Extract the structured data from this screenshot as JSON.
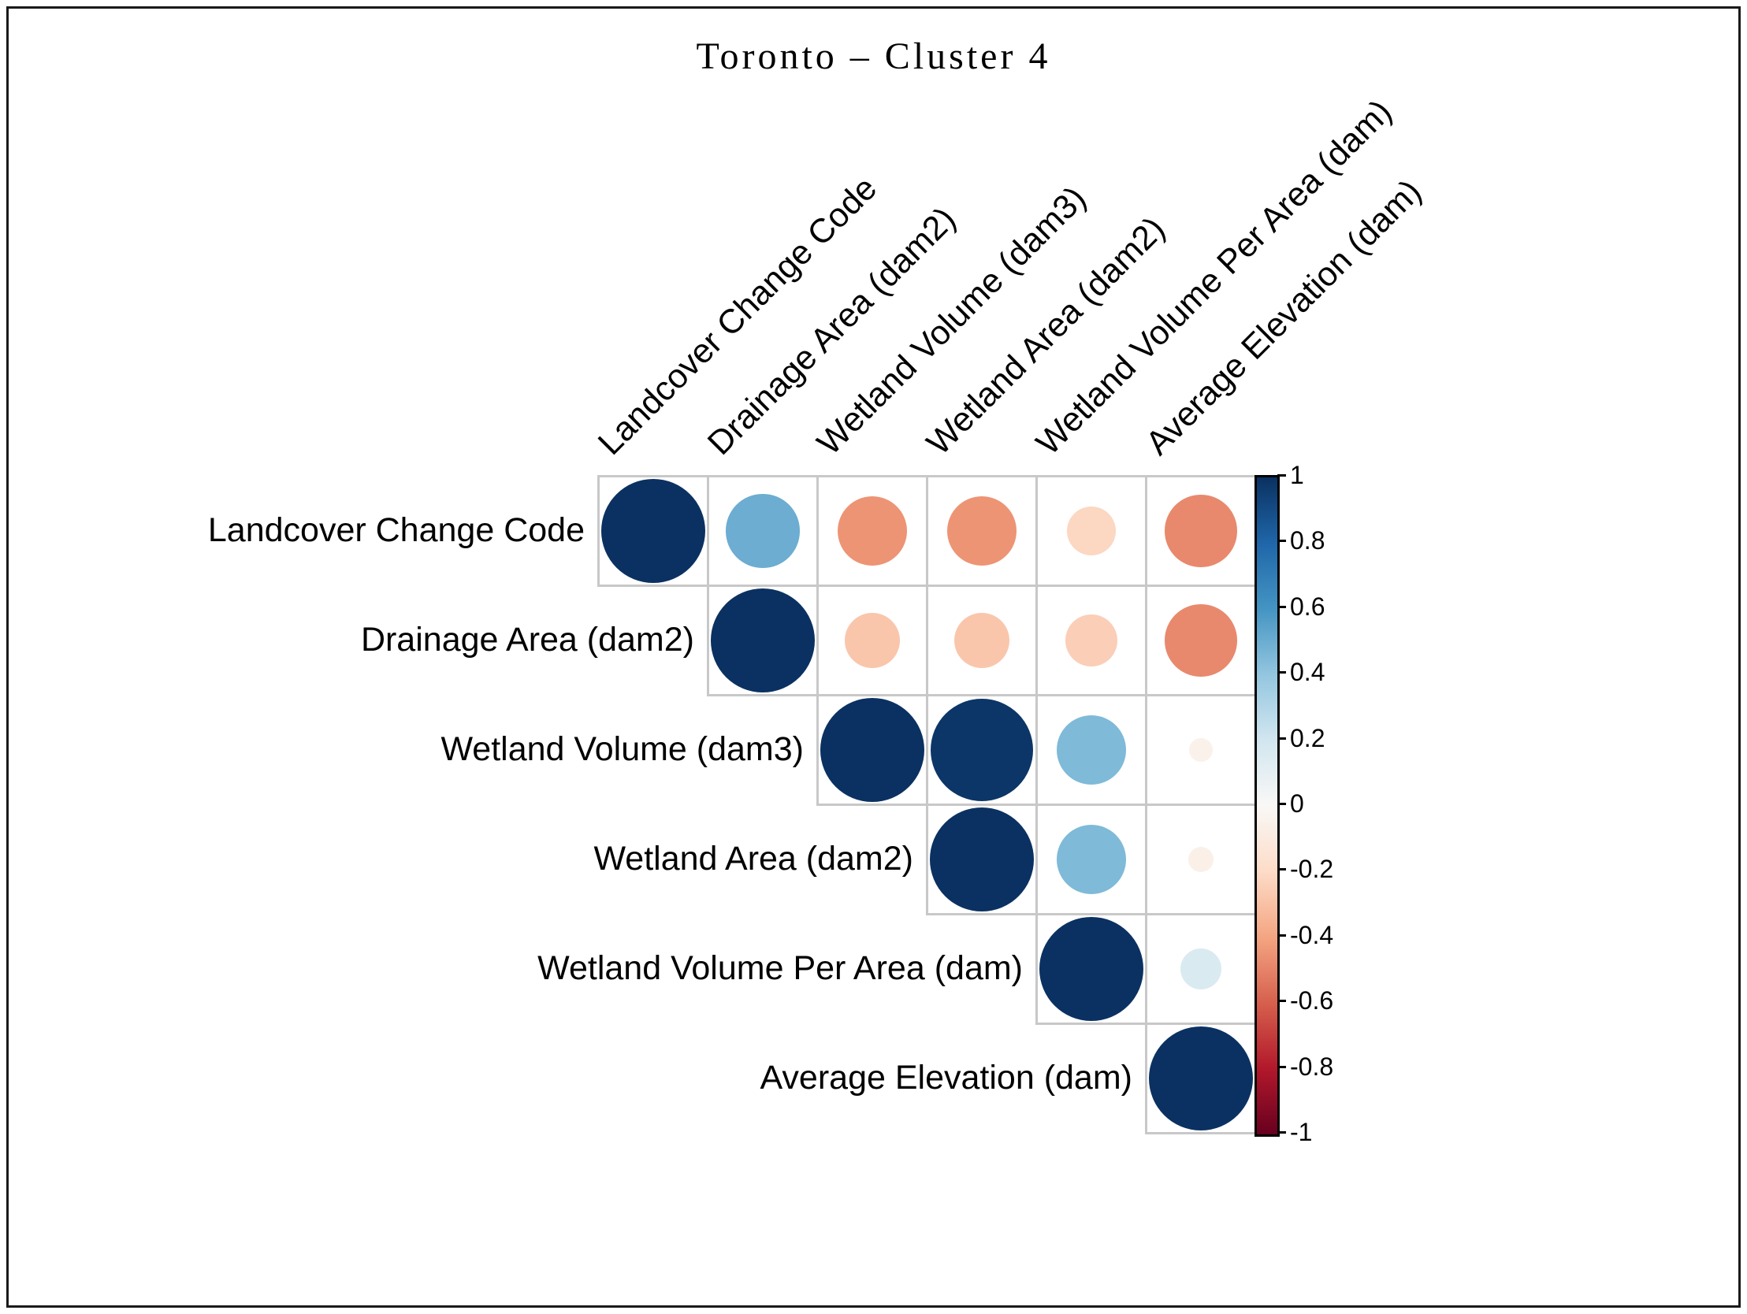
{
  "title": "Toronto – Cluster 4",
  "chart_data": {
    "type": "heatmap",
    "subtype": "correlation-bubble-matrix-upper-triangle",
    "title": "Toronto – Cluster 4",
    "variables": [
      "Landcover Change Code",
      "Drainage Area (dam2)",
      "Wetland Volume (dam3)",
      "Wetland Area (dam2)",
      "Wetland Volume Per Area (dam)",
      "Average Elevation (dam)"
    ],
    "matrix_upper": [
      [
        1,
        0.5,
        -0.45,
        -0.45,
        -0.22,
        -0.48
      ],
      [
        null,
        1,
        -0.28,
        -0.28,
        -0.25,
        -0.48
      ],
      [
        null,
        null,
        1,
        0.98,
        0.45,
        -0.05
      ],
      [
        null,
        null,
        null,
        1,
        0.45,
        -0.06
      ],
      [
        null,
        null,
        null,
        null,
        1,
        0.16
      ],
      [
        null,
        null,
        null,
        null,
        null,
        1
      ]
    ],
    "legend_position": "right",
    "colorbar": {
      "min": -1,
      "max": 1,
      "tick_labels": [
        "1",
        "0.8",
        "0.6",
        "0.4",
        "0.2",
        "0",
        "-0.2",
        "-0.4",
        "-0.6",
        "-0.8",
        "-1"
      ]
    },
    "colormap_stops": [
      {
        "value": 1.0,
        "color": "#0a3161"
      },
      {
        "value": 0.8,
        "color": "#1f66a9"
      },
      {
        "value": 0.6,
        "color": "#4494c3"
      },
      {
        "value": 0.4,
        "color": "#93c6df"
      },
      {
        "value": 0.2,
        "color": "#d2e6f0"
      },
      {
        "value": 0.0,
        "color": "#f9f8f6"
      },
      {
        "value": -0.2,
        "color": "#fddcc8"
      },
      {
        "value": -0.4,
        "color": "#f4a582"
      },
      {
        "value": -0.6,
        "color": "#d6604d"
      },
      {
        "value": -0.8,
        "color": "#b2182b"
      },
      {
        "value": -1.0,
        "color": "#67001f"
      }
    ],
    "grid_line_color": "#c8c8c8"
  }
}
